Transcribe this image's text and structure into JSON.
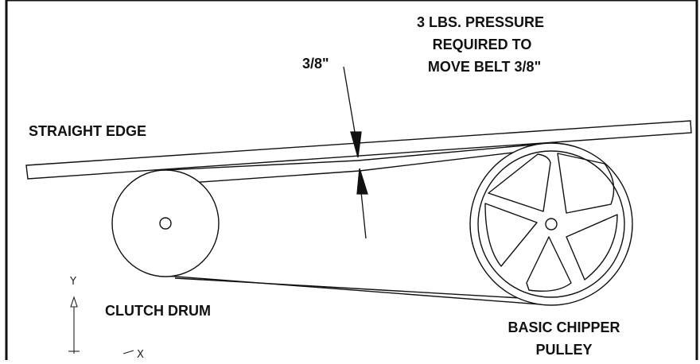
{
  "labels": {
    "pressure_line1": "3 LBS. PRESSURE",
    "pressure_line2": "REQUIRED TO",
    "pressure_line3": "MOVE BELT 3/8\"",
    "dimension": "3/8\"",
    "straight_edge": "STRAIGHT EDGE",
    "clutch_drum": "CLUTCH DRUM",
    "pulley_line1": "BASIC CHIPPER",
    "pulley_line2": "PULLEY",
    "axis_y": "Y",
    "axis_x": "X"
  },
  "colors": {
    "ink": "#111111",
    "background": "#ffffff"
  },
  "icons": {
    "ucs": "ucs-axis-icon"
  }
}
